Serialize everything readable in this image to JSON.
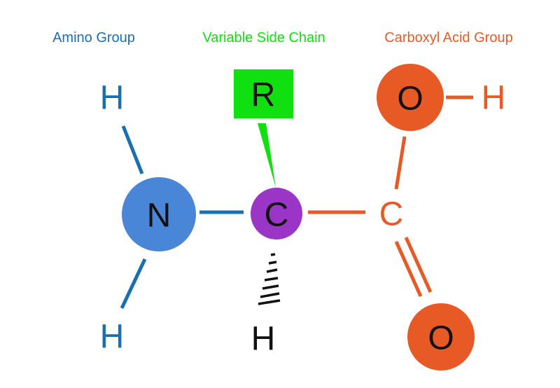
{
  "labels": {
    "amino": "Amino Group",
    "side_chain": "Variable Side Chain",
    "carboxyl": "Carboxyl Acid Group"
  },
  "atoms": {
    "amino_h_top": "H",
    "amino_h_bottom": "H",
    "nitrogen": "N",
    "alpha_carbon": "C",
    "r_group": "R",
    "alpha_h": "H",
    "carboxyl_carbon": "C",
    "hydroxyl_oxygen": "O",
    "hydroxyl_h": "H",
    "carbonyl_oxygen": "O"
  },
  "colors": {
    "amino": "#1a6fb0",
    "nitrogen_fill": "#4a86d8",
    "side_chain": "#10e010",
    "alpha_carbon_fill": "#9a35c8",
    "carboxyl": "#e85a25",
    "text_dark": "#111111"
  }
}
